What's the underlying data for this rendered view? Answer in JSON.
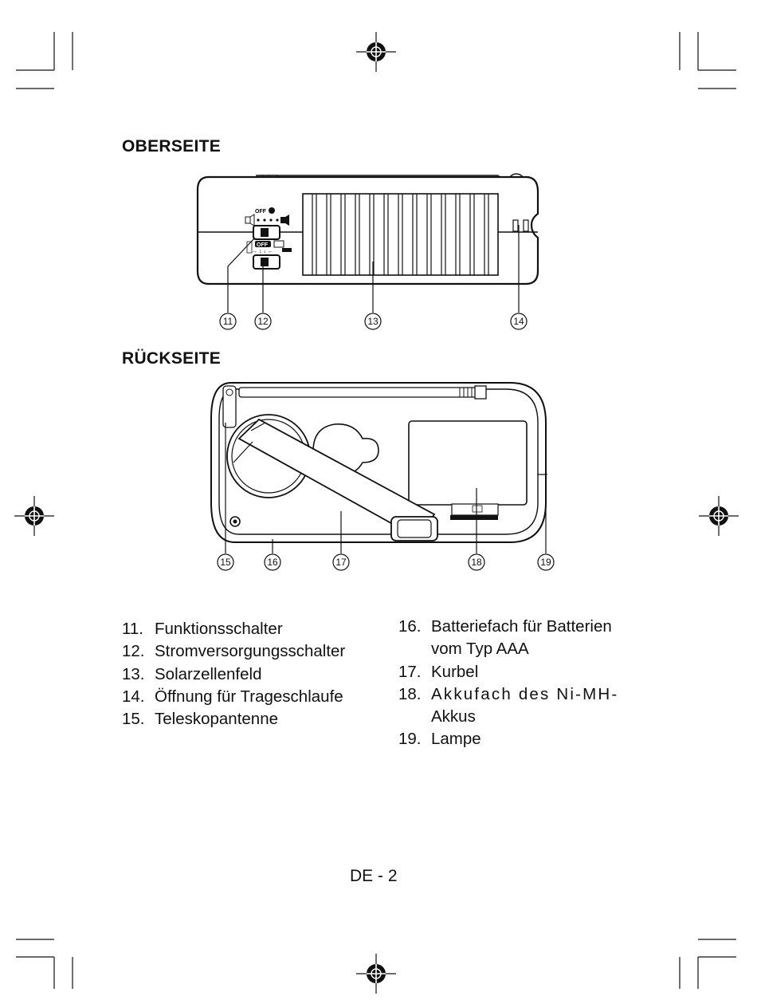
{
  "sections": {
    "top_title": "OBERSEITE",
    "back_title": "RÜCKSEITE"
  },
  "top_callouts": [
    "11",
    "12",
    "13",
    "14"
  ],
  "back_callouts": [
    "15",
    "16",
    "17",
    "18",
    "19"
  ],
  "switch_labels": {
    "function_off": "OFF",
    "power_off": "OFF"
  },
  "legend_left": [
    {
      "num": "11.",
      "text": "Funktionsschalter"
    },
    {
      "num": "12.",
      "text": "Stromversorgungsschalter"
    },
    {
      "num": "13.",
      "text": "Solarzellenfeld"
    },
    {
      "num": "14.",
      "text": "Öffnung für Trageschlaufe"
    },
    {
      "num": "15.",
      "text": "Teleskopantenne"
    }
  ],
  "legend_right": [
    {
      "num": "16.",
      "text": "Batteriefach für Batterien",
      "cont": "vom Typ AAA"
    },
    {
      "num": "17.",
      "text": "Kurbel"
    },
    {
      "num": "18.",
      "text": "Akkufach des Ni-MH-",
      "cont": "Akkus"
    },
    {
      "num": "19.",
      "text": "Lampe"
    }
  ],
  "page_number": "DE - 2"
}
